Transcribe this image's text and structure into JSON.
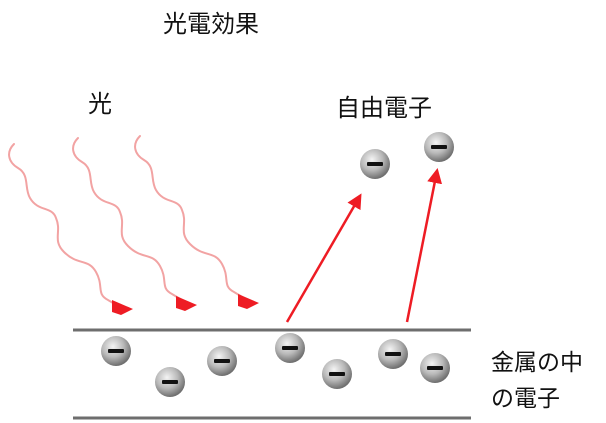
{
  "title": "光電効果",
  "labels": {
    "light": "光",
    "free_electrons": "自由電子",
    "metal_electrons_line1": "金属の中",
    "metal_electrons_line2": "の電子"
  },
  "electron_sign": "−",
  "colors": {
    "light_wave": "#f2a3a3",
    "arrow": "#ee1c24",
    "surface_line": "#6e6e6e",
    "electron_light": "#e6e6e6",
    "electron_dark": "#6f6f6f"
  }
}
